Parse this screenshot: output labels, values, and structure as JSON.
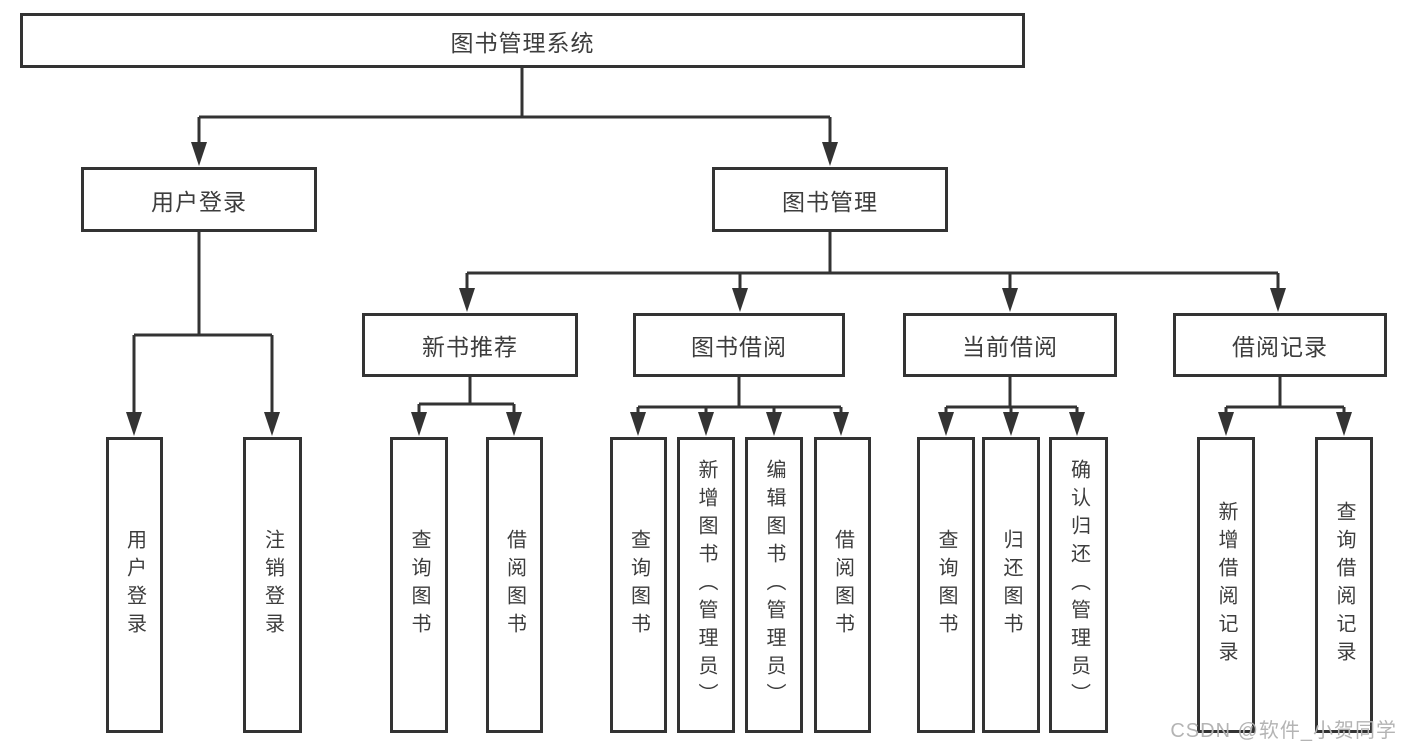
{
  "diagram": {
    "root": "图书管理系统",
    "level2": {
      "user_login": "用户登录",
      "book_mgmt": "图书管理"
    },
    "level3": {
      "new_book_rec": "新书推荐",
      "book_borrow": "图书借阅",
      "current_borrow": "当前借阅",
      "borrow_record": "借阅记录"
    },
    "leaves": {
      "user_login_children": {
        "login": "用户登录",
        "logout": "注销登录"
      },
      "new_book_rec_children": {
        "query_book": "查询图书",
        "borrow_book": "借阅图书"
      },
      "book_borrow_children": {
        "query_book": "查询图书",
        "add_book": "新增图书（管理员）",
        "edit_book": "编辑图书（管理员）",
        "borrow_book": "借阅图书"
      },
      "current_borrow_children": {
        "query_book": "查询图书",
        "return_book": "归还图书",
        "confirm_return": "确认归还（管理员）"
      },
      "borrow_record_children": {
        "add_record": "新增借阅记录",
        "query_record": "查询借阅记录"
      }
    }
  },
  "watermark": "CSDN @软件_小贺同学",
  "colors": {
    "line": "#333333",
    "text": "#3d3d3d",
    "watermark": "#b4b4b4",
    "background": "#ffffff"
  }
}
